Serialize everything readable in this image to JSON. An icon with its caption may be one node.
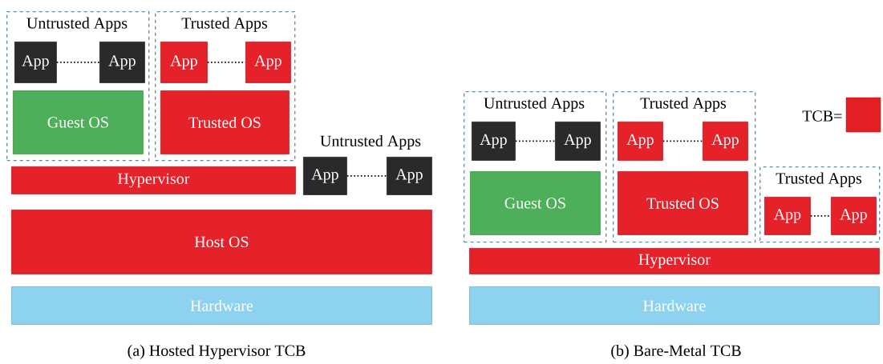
{
  "diagram": {
    "nodes": [
      {
        "text": [
          "Untrusted Apps"
        ]
      },
      {
        "text": [
          "App"
        ],
        "in": 0
      },
      {
        "text": [
          "App"
        ],
        "in": 0
      },
      {
        "text": [
          "Guest OS"
        ],
        "in": 0
      },
      {
        "text": [
          "Trusted Apps"
        ]
      },
      {
        "text": [
          "App"
        ],
        "in": 4
      },
      {
        "text": [
          "App"
        ],
        "in": 4
      },
      {
        "text": [
          "Trusted OS"
        ],
        "in": 4
      },
      {
        "text": [
          "Hypervisor"
        ]
      },
      {
        "text": [
          "App"
        ]
      },
      {
        "text": [
          "App"
        ]
      },
      {
        "text": [
          "Host OS"
        ]
      },
      {
        "text": [
          "Hardware"
        ]
      },
      {
        "text": [
          "Untrusted Apps"
        ]
      },
      {
        "text": [
          "App"
        ],
        "in": 13
      },
      {
        "text": [
          "App"
        ],
        "in": 13
      },
      {
        "text": [
          "Guest OS"
        ],
        "in": 13
      },
      {
        "text": [
          "Trusted Apps"
        ]
      },
      {
        "text": [
          "App"
        ],
        "in": 17
      },
      {
        "text": [
          "App"
        ],
        "in": 17
      },
      {
        "text": [
          "Trusted OS"
        ],
        "in": 17
      },
      {
        "text": [
          "Trusted Apps"
        ]
      },
      {
        "text": [
          "App"
        ],
        "in": 21
      },
      {
        "text": [
          "App"
        ],
        "in": 21
      },
      {
        "text": [
          "Hypervisor"
        ]
      },
      {
        "text": [
          "Hardware"
        ]
      }
    ],
    "edges": [
      {
        "from": 1,
        "to": 2,
        "arrow": "none"
      },
      {
        "from": 5,
        "to": 6,
        "arrow": "none"
      },
      {
        "from": 9,
        "to": 10,
        "arrow": "none"
      },
      {
        "from": 14,
        "to": 15,
        "arrow": "none"
      },
      {
        "from": 18,
        "to": 19,
        "arrow": "none"
      },
      {
        "from": 22,
        "to": 23,
        "arrow": "none"
      }
    ],
    "labels": [
      "Untrusted Apps",
      "(a) Hosted Hypervisor TCB",
      "(b) Bare-Metal TCB"
    ],
    "legend": [
      {
        "text": "TCB=",
        "color": "#e31e24"
      }
    ]
  }
}
